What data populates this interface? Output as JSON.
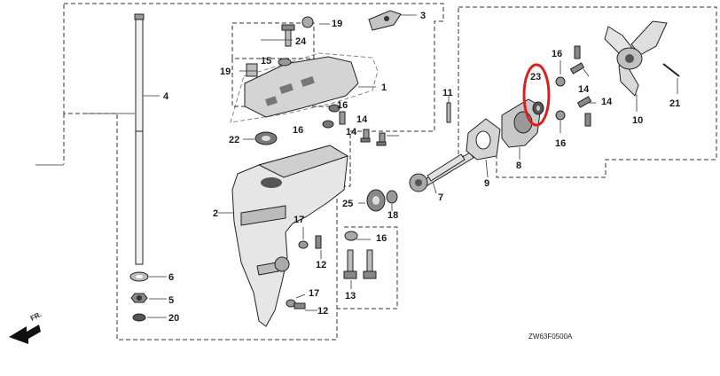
{
  "diagram": {
    "code": "ZW63F0500A",
    "front_marker": "FR.",
    "highlight_color": "#d92020",
    "callouts": [
      {
        "id": "c1",
        "text": "1"
      },
      {
        "id": "c2",
        "text": "2"
      },
      {
        "id": "c3",
        "text": "3"
      },
      {
        "id": "c4",
        "text": "4"
      },
      {
        "id": "c5",
        "text": "5"
      },
      {
        "id": "c6",
        "text": "6"
      },
      {
        "id": "c7",
        "text": "7"
      },
      {
        "id": "c8",
        "text": "8"
      },
      {
        "id": "c9",
        "text": "9"
      },
      {
        "id": "c10",
        "text": "10"
      },
      {
        "id": "c11",
        "text": "11"
      },
      {
        "id": "c12a",
        "text": "12"
      },
      {
        "id": "c12b",
        "text": "12"
      },
      {
        "id": "c13",
        "text": "13"
      },
      {
        "id": "c14a",
        "text": "14"
      },
      {
        "id": "c14b",
        "text": "14"
      },
      {
        "id": "c14c",
        "text": "14"
      },
      {
        "id": "c14d",
        "text": "14"
      },
      {
        "id": "c15",
        "text": "15"
      },
      {
        "id": "c16a",
        "text": "16"
      },
      {
        "id": "c16b",
        "text": "16"
      },
      {
        "id": "c16c",
        "text": "16"
      },
      {
        "id": "c16d",
        "text": "16"
      },
      {
        "id": "c16e",
        "text": "16"
      },
      {
        "id": "c17a",
        "text": "17"
      },
      {
        "id": "c17b",
        "text": "17"
      },
      {
        "id": "c18",
        "text": "18"
      },
      {
        "id": "c19a",
        "text": "19"
      },
      {
        "id": "c19b",
        "text": "19"
      },
      {
        "id": "c20",
        "text": "20"
      },
      {
        "id": "c21",
        "text": "21"
      },
      {
        "id": "c22",
        "text": "22"
      },
      {
        "id": "c23",
        "text": "23"
      },
      {
        "id": "c24",
        "text": "24"
      },
      {
        "id": "c25",
        "text": "25"
      }
    ]
  }
}
